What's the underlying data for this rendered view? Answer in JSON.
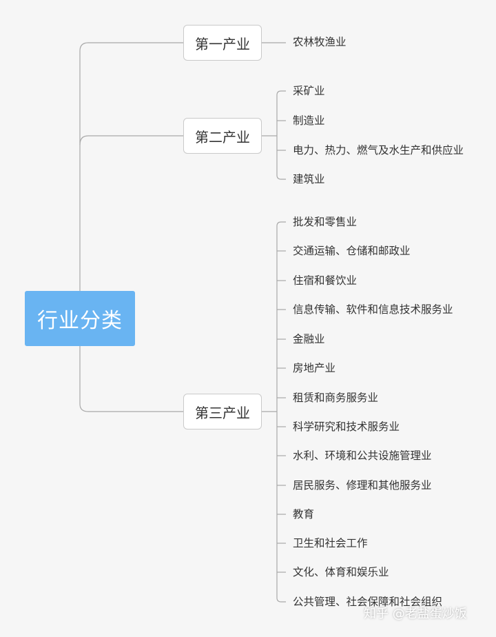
{
  "root": {
    "label": "行业分类"
  },
  "sectors": [
    {
      "label": "第一产业",
      "industries": [
        "农林牧渔业"
      ]
    },
    {
      "label": "第二产业",
      "industries": [
        "采矿业",
        "制造业",
        "电力、热力、燃气及水生产和供应业",
        "建筑业"
      ]
    },
    {
      "label": "第三产业",
      "industries": [
        "批发和零售业",
        "交通运输、仓储和邮政业",
        "住宿和餐饮业",
        "信息传输、软件和信息技术服务业",
        "金融业",
        "房地产业",
        "租赁和商务服务业",
        "科学研究和技术服务业",
        "水利、环境和公共设施管理业",
        "居民服务、修理和其他服务业",
        "教育",
        "卫生和社会工作",
        "文化、体育和娱乐业",
        "公共管理、社会保障和社会组织"
      ]
    }
  ],
  "watermark": "知乎 @老盐蛋炒饭",
  "colors": {
    "root_fill": "#69b4f2",
    "connector": "#a8a8a8",
    "background": "#f6f6f6"
  }
}
